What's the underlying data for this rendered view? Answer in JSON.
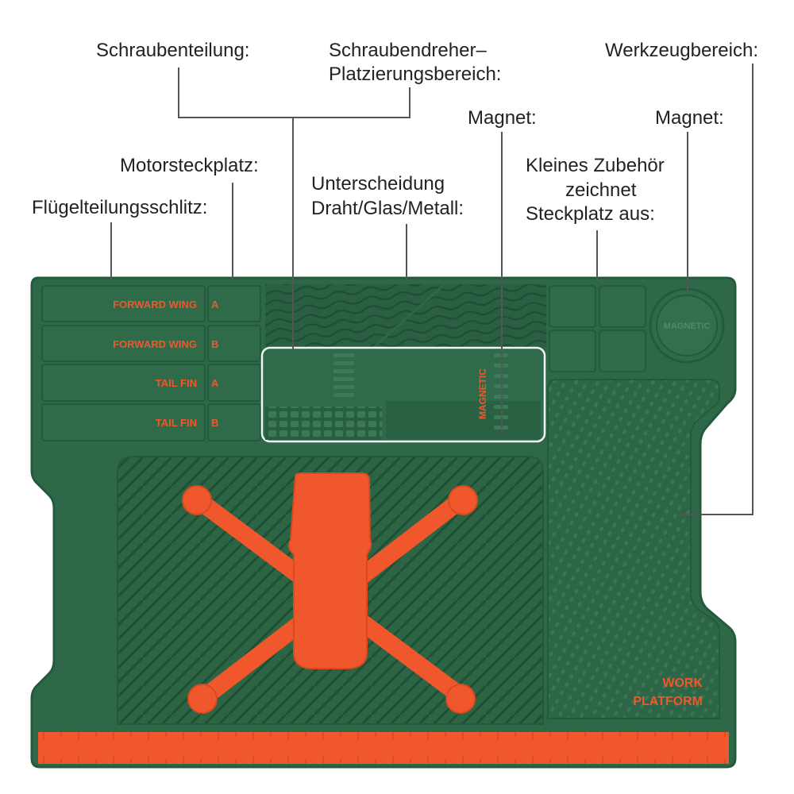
{
  "callouts": {
    "screw_division": "Schraubenteilung:",
    "screwdriver_area_line1": "Schraubendreher–",
    "screwdriver_area_line2": "Platzierungsbereich:",
    "tool_area": "Werkzeugbereich:",
    "magnet_middle": "Magnet:",
    "magnet_right": "Magnet:",
    "motor_slot": "Motorsteckplatz:",
    "wire_line1": "Unterscheidung",
    "wire_line2": "Draht/Glas/Metall:",
    "accessory_line1": "Kleines Zubehör",
    "accessory_line2": "zeichnet",
    "accessory_line3": "Steckplatz aus:",
    "wing_slot": "Flügelteilungsschlitz:"
  },
  "mat": {
    "slots": [
      {
        "name": "FORWARD WING",
        "letter": "A"
      },
      {
        "name": "FORWARD WING",
        "letter": "B"
      },
      {
        "name": "TAIL FIN",
        "letter": "A"
      },
      {
        "name": "TAIL FIN",
        "letter": "B"
      }
    ],
    "magnetic_vertical": "MAGNETIC",
    "magnetic_circle": "MAGNETIC",
    "work_platform_line1": "WORK",
    "work_platform_line2": "PLATFORM"
  },
  "colors": {
    "mat_green": "#2e6848",
    "orange": "#f0572c",
    "text": "#222222"
  }
}
